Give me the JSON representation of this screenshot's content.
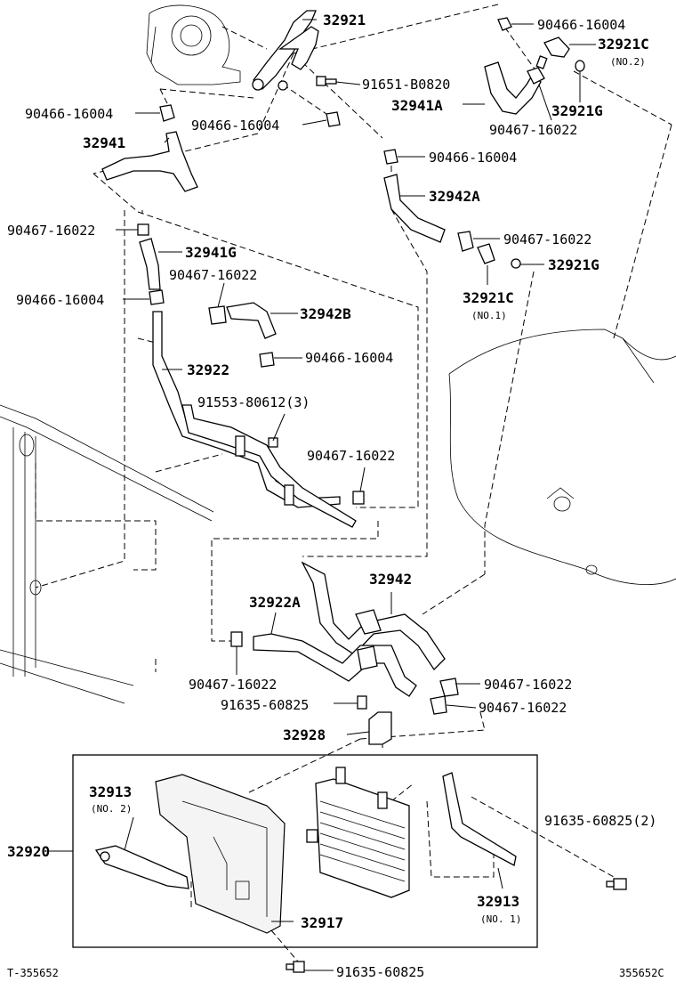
{
  "labels": {
    "p32921": "32921",
    "p90466_top_right": "90466-16004",
    "p32921C_no2": "32921C",
    "p32921C_no2_sub": "(NO.2)",
    "p91651": "91651-B0820",
    "p32941A": "32941A",
    "p32921G_top": "32921G",
    "p90467_top": "90467-16022",
    "p90466_left": "90466-16004",
    "p90466_mid": "90466-16004",
    "p32941": "32941",
    "p90466_right": "90466-16004",
    "p32942A": "32942A",
    "p90467_left": "90467-16022",
    "p90467_right": "90467-16022",
    "p32941G": "32941G",
    "p32921G_mid": "32921G",
    "p90467_mid": "90467-16022",
    "p90466_lower_left": "90466-16004",
    "p32921C_no1": "32921C",
    "p32921C_no1_sub": "(NO.1)",
    "p32942B": "32942B",
    "p90466_center": "90466-16004",
    "p32922": "32922",
    "p91553": "91553-80612(3)",
    "p90467_center": "90467-16022",
    "p32942": "32942",
    "p32922A": "32922A",
    "p90467_bottom_left": "90467-16022",
    "p90467_bottom_right1": "90467-16022",
    "p90467_bottom_right2": "90467-16022",
    "p91635_mid": "91635-60825",
    "p32928": "32928",
    "p32913_no2": "32913",
    "p32913_no2_sub": "(NO. 2)",
    "p91635_2": "91635-60825(2)",
    "p32920": "32920",
    "p32913_no1": "32913",
    "p32913_no1_sub": "(NO. 1)",
    "p32917": "32917",
    "p91635_bottom": "91635-60825"
  },
  "footer": {
    "left": "T-355652",
    "right": "355652C"
  }
}
